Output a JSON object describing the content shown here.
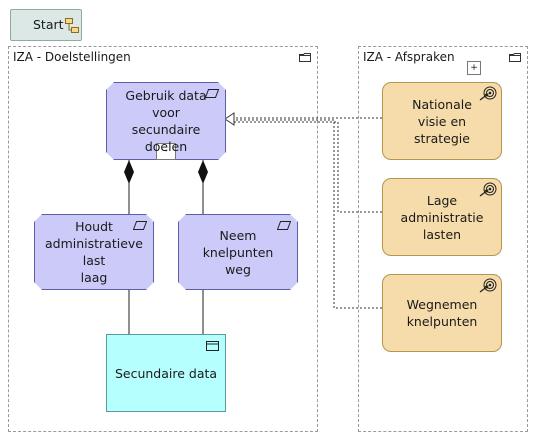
{
  "start": {
    "label": "Start"
  },
  "groups": [
    {
      "label": "IZA - Doelstellingen",
      "icon": "folder-icon"
    },
    {
      "label": "IZA - Afspraken",
      "icon": "folder-icon",
      "toggle": "+"
    }
  ],
  "goals": {
    "main": {
      "label_lines": [
        "Gebruik data voor",
        "secundaire doelen"
      ],
      "toggle": "-"
    },
    "left": {
      "label_lines": [
        "Houdt",
        "administratieve last",
        "laag"
      ]
    },
    "right": {
      "label_lines": [
        "Neem knelpunten",
        "weg"
      ]
    }
  },
  "data_object": {
    "label": "Secundaire data"
  },
  "agreements": [
    {
      "label_lines": [
        "Nationale",
        "visie en strategie"
      ]
    },
    {
      "label_lines": [
        "Lage",
        "administratie",
        "lasten"
      ]
    },
    {
      "label_lines": [
        "Wegnemen",
        "knelpunten"
      ]
    }
  ],
  "colors": {
    "goal_fill": "#cbcaf9",
    "motivation_fill": "#f6dcaa",
    "data_fill": "#b5ffff",
    "start_fill": "#dbe8e6"
  }
}
